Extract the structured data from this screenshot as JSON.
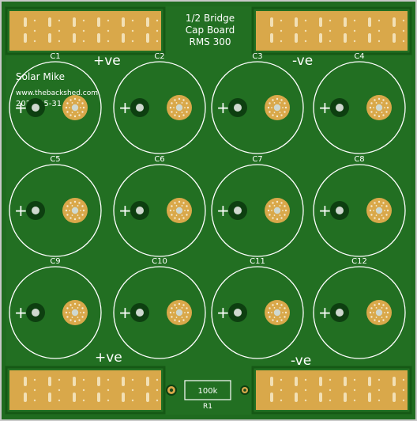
{
  "board": {
    "title_lines": [
      "1/2 Bridge",
      "Cap Board",
      "RMS 300"
    ],
    "author": "Solar Mike",
    "website": "www.thebackshed.com",
    "date": "2021-05-31",
    "colors": {
      "board": "#1f6b1f",
      "copper_pour": "#2e7d2e",
      "pad": "#d9a84a",
      "hole_ring": "#0d3f10",
      "silkscreen": "#ffffff",
      "edge": "#c8c8c8"
    }
  },
  "polarity_labels": {
    "top_positive": "+ve",
    "top_negative": "-ve",
    "bottom_positive": "+ve",
    "bottom_negative": "-ve"
  },
  "capacitors": [
    {
      "ref": "C1",
      "polarity": "+"
    },
    {
      "ref": "C2",
      "polarity": "+"
    },
    {
      "ref": "C3",
      "polarity": "+"
    },
    {
      "ref": "C4",
      "polarity": "+"
    },
    {
      "ref": "C5",
      "polarity": "+"
    },
    {
      "ref": "C6",
      "polarity": "+"
    },
    {
      "ref": "C7",
      "polarity": "+"
    },
    {
      "ref": "C8",
      "polarity": "+"
    },
    {
      "ref": "C9",
      "polarity": "+"
    },
    {
      "ref": "C10",
      "polarity": "+"
    },
    {
      "ref": "C11",
      "polarity": "+"
    },
    {
      "ref": "C12",
      "polarity": "+"
    }
  ],
  "resistor": {
    "ref": "R1",
    "value": "100k"
  }
}
